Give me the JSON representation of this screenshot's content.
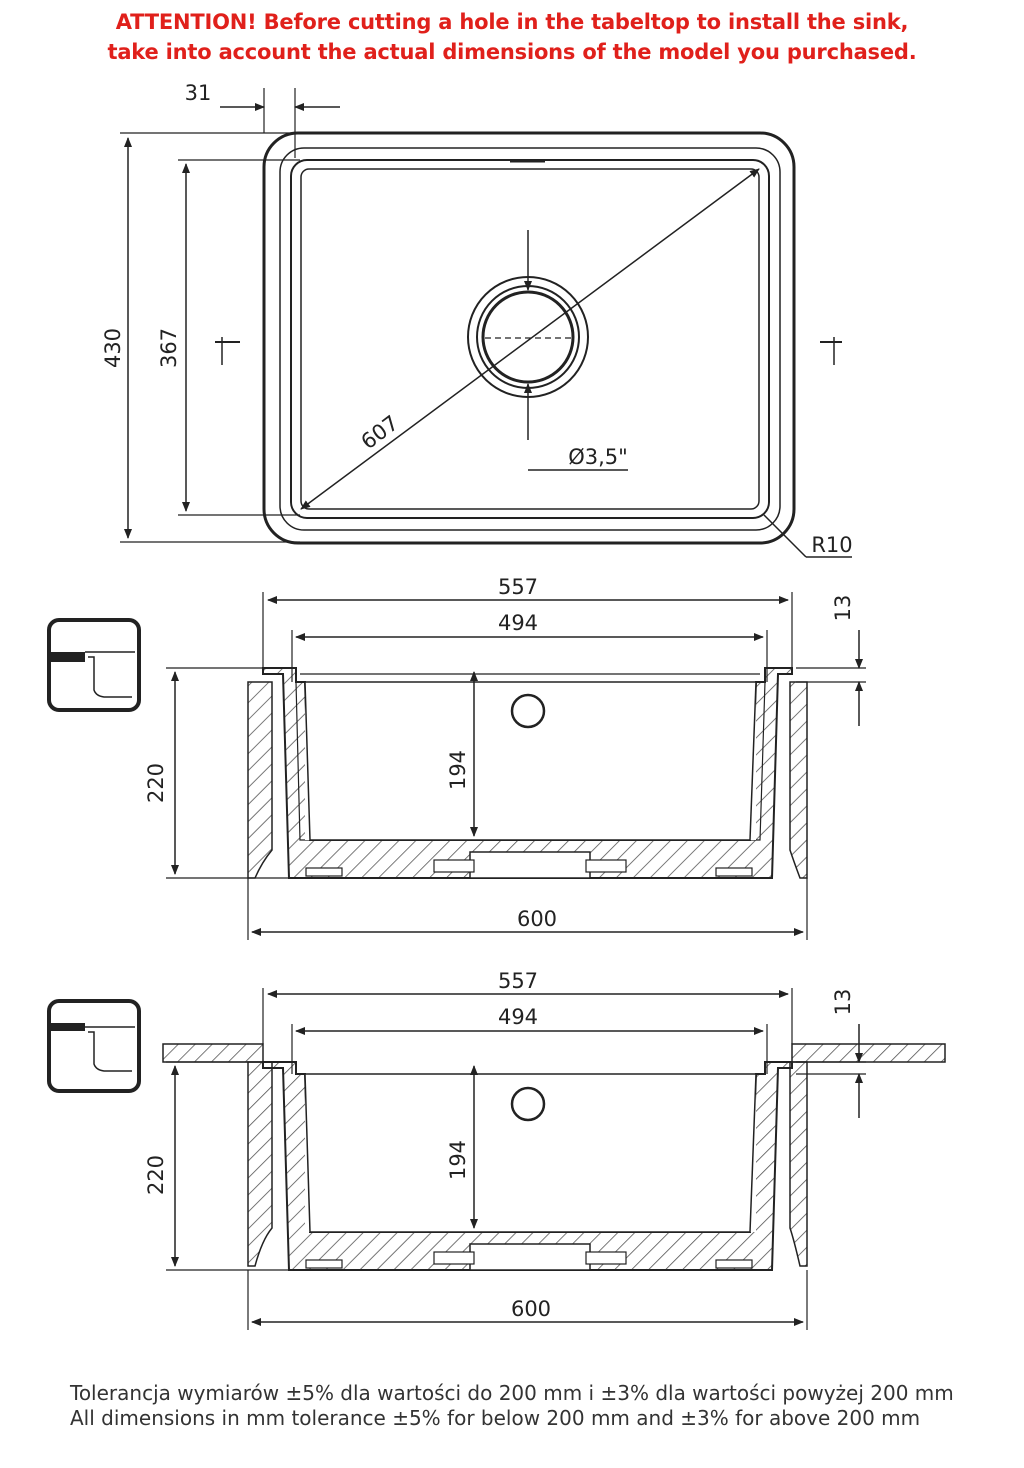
{
  "warning": {
    "line1": "ATTENTION! Before cutting a hole in the tabeltop to install the sink,",
    "line2": "take into account the actual dimensions of the model you purchased."
  },
  "top_view": {
    "dim_flange": "31",
    "dim_outer_height": "430",
    "dim_inner_height": "367",
    "dim_diagonal": "607",
    "dim_drain": "Ø3,5\"",
    "dim_radius": "R10"
  },
  "section_undermount": {
    "dim_top_width": "557",
    "dim_inner_width": "494",
    "dim_rim": "13",
    "dim_height": "220",
    "dim_depth": "194",
    "dim_cabinet": "600"
  },
  "section_flushmount": {
    "dim_top_width": "557",
    "dim_inner_width": "494",
    "dim_rim": "13",
    "dim_height": "220",
    "dim_depth": "194",
    "dim_cabinet": "600"
  },
  "tolerance": {
    "line_pl": "Tolerancja wymiarów ±5% dla wartości do 200 mm i ±3% dla wartości powyżej 200 mm",
    "line_en": "All dimensions in mm tolerance ±5% for below 200 mm and ±3% for above 200 mm"
  },
  "colors": {
    "warning": "#e0201b",
    "line": "#222222",
    "hatch": "#555555"
  }
}
